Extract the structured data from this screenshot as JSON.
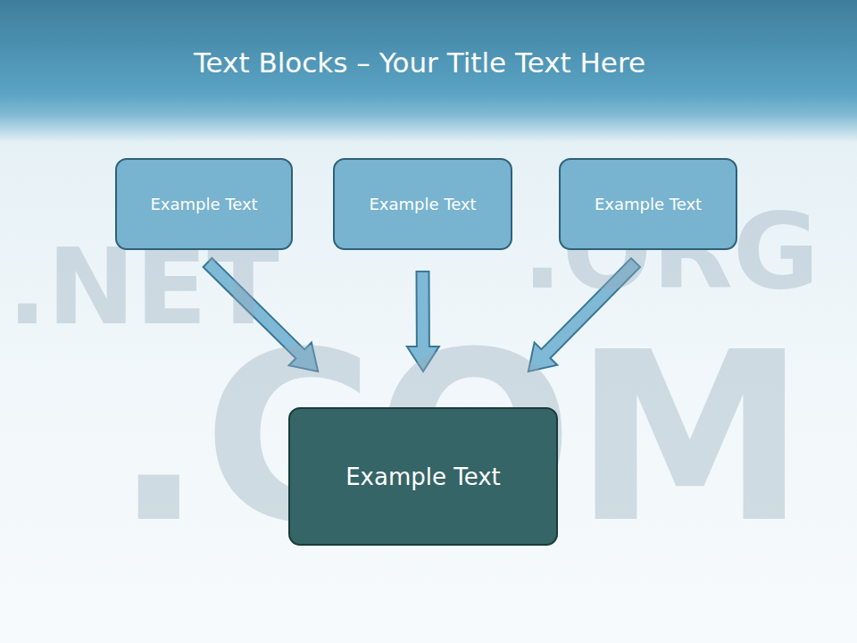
{
  "diagram": {
    "title": "Text Blocks – Your Title Text Here",
    "nodes": [
      {
        "text": [
          "Example Text"
        ]
      },
      {
        "text": [
          "Example Text"
        ]
      },
      {
        "text": [
          "Example Text"
        ]
      },
      {
        "text": [
          "Example Text"
        ]
      }
    ],
    "edges": [
      {
        "from": 0,
        "to": 3,
        "arrow": "to"
      },
      {
        "from": 1,
        "to": 3,
        "arrow": "to"
      },
      {
        "from": 2,
        "to": 3,
        "arrow": "to"
      }
    ],
    "labels": [
      ".NET",
      ".ORG",
      ".COM"
    ]
  }
}
